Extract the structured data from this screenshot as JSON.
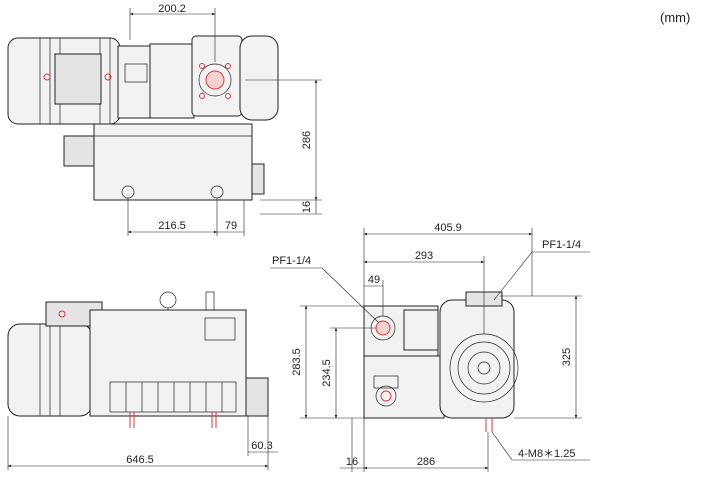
{
  "unit_label": "(mm)",
  "dimensions": {
    "top_width": "200.2",
    "top_height": "286",
    "top_bottom_offset": "16",
    "top_base_left": "216.5",
    "top_base_right": "79",
    "side_length": "646.5",
    "side_offset": "60.3",
    "front_width": "405.9",
    "front_center": "293",
    "front_port_offset": "49",
    "front_height_total": "283.5",
    "front_height_inner": "234.5",
    "front_motor_height": "325",
    "front_left_offset": "16",
    "front_base": "286"
  },
  "labels": {
    "port_left": "PF1-1/4",
    "port_right": "PF1-1/4",
    "bolt_spec": "4-M8＊1.25"
  }
}
